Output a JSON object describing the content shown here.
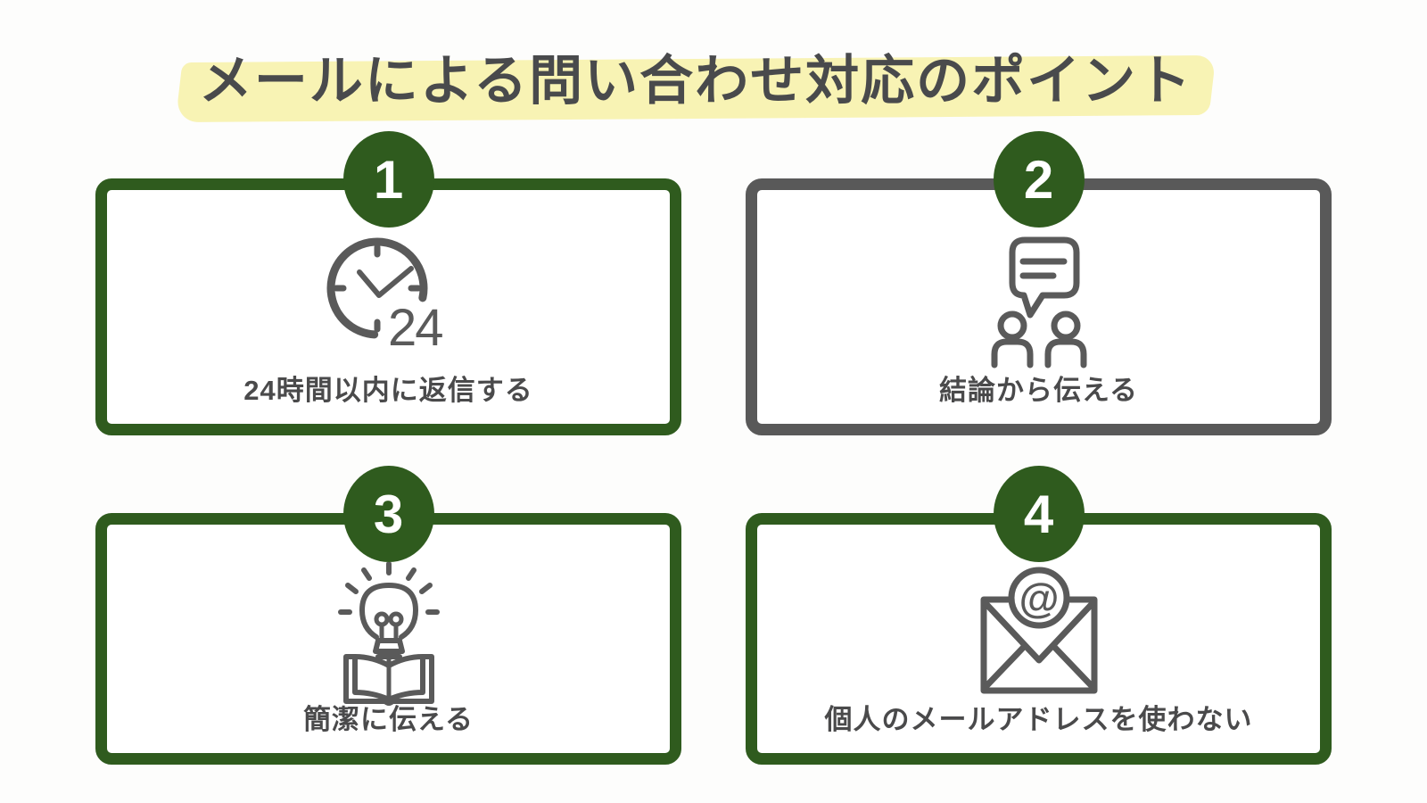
{
  "background": "#fdfdfc",
  "title": {
    "text": "メールによる問い合わせ対応のポイント",
    "highlight_color": "#f8f3b4",
    "text_color": "#494a4c"
  },
  "colors": {
    "accent_green": "#2f5b1e",
    "accent_gray": "#595959",
    "icon_stroke": "#5a5a5a",
    "label_text": "#4a4a4b",
    "badge_number_text": "#ffffff"
  },
  "cards": [
    {
      "number": "1",
      "label": "24時間以内に返信する",
      "icon": "clock-24-icon",
      "icon_text": "24",
      "border_color": "#2f5b1e"
    },
    {
      "number": "2",
      "label": "結論から伝える",
      "icon": "speech-people-icon",
      "border_color": "#595959"
    },
    {
      "number": "3",
      "label": "簡潔に伝える",
      "icon": "idea-book-icon",
      "border_color": "#2f5b1e"
    },
    {
      "number": "4",
      "label": "個人のメールアドレスを使わない",
      "icon": "email-at-icon",
      "icon_text": "@",
      "border_color": "#2f5b1e"
    }
  ]
}
